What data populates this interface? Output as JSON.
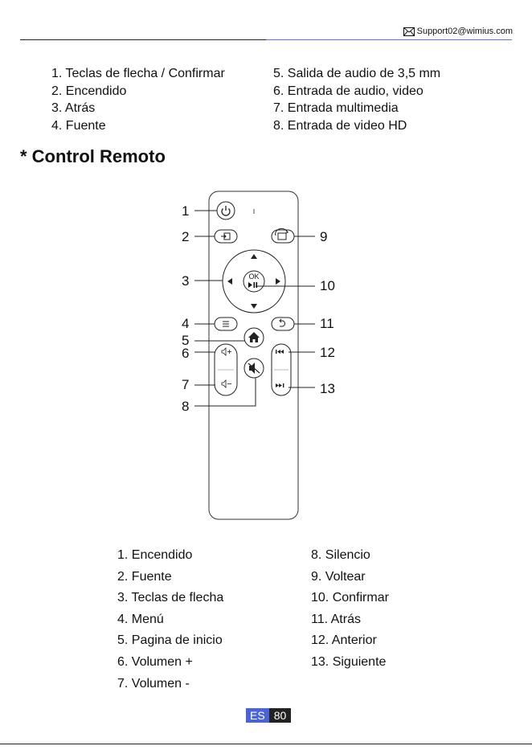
{
  "header": {
    "email": "Support02@wimius.com"
  },
  "ports_left": [
    "1. Teclas de flecha / Confirmar",
    "2. Encendido",
    "3. Atrás",
    "4. Fuente"
  ],
  "ports_right": [
    "5. Salida de audio de 3,5 mm",
    "6. Entrada de audio, video",
    "7. Entrada multimedia",
    "8. Entrada de video HD"
  ],
  "section_title": "* Control Remoto",
  "remote": {
    "ok_label": "OK",
    "callouts": [
      "1",
      "2",
      "3",
      "4",
      "5",
      "6",
      "7",
      "8",
      "9",
      "10",
      "11",
      "12",
      "13"
    ]
  },
  "remote_left": [
    "1. Encendido",
    "2. Fuente",
    "3. Teclas de flecha",
    "4. Menú",
    "5. Pagina de inicio",
    "6. Volumen +",
    "7. Volumen -"
  ],
  "remote_right": [
    "8. Silencio",
    "9. Voltear",
    "10. Confirmar",
    "11. Atrás",
    "12. Anterior",
    "13. Siguiente"
  ],
  "footer": {
    "lang": "ES",
    "page": "80"
  }
}
